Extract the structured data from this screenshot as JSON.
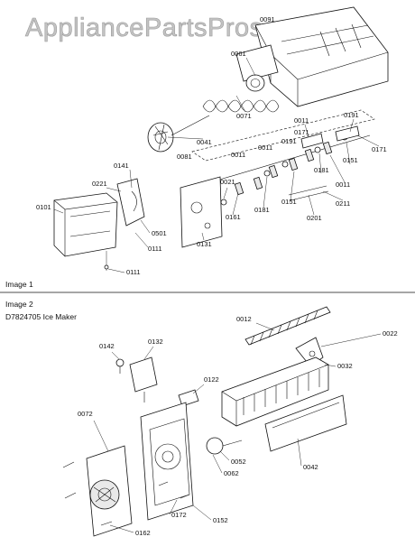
{
  "watermark": "AppliancePartsPros.com",
  "sections": [
    {
      "label": "Image 1"
    },
    {
      "label": "Image 2",
      "subtitle": "D7824705 Ice Maker"
    }
  ],
  "callouts": [
    "0091",
    "0061",
    "0071",
    "0041",
    "0081",
    "0011",
    "0191",
    "0171",
    "0011",
    "0191",
    "0171",
    "0011",
    "0151",
    "0181",
    "0011",
    "0211",
    "0181",
    "0151",
    "0201",
    "0141",
    "0221",
    "0021",
    "0161",
    "0101",
    "0501",
    "0111",
    "0131",
    "0111",
    "0012",
    "0022",
    "0142",
    "0132",
    "0032",
    "0122",
    "0072",
    "0052",
    "0062",
    "0042",
    "0172",
    "0152",
    "0162"
  ]
}
